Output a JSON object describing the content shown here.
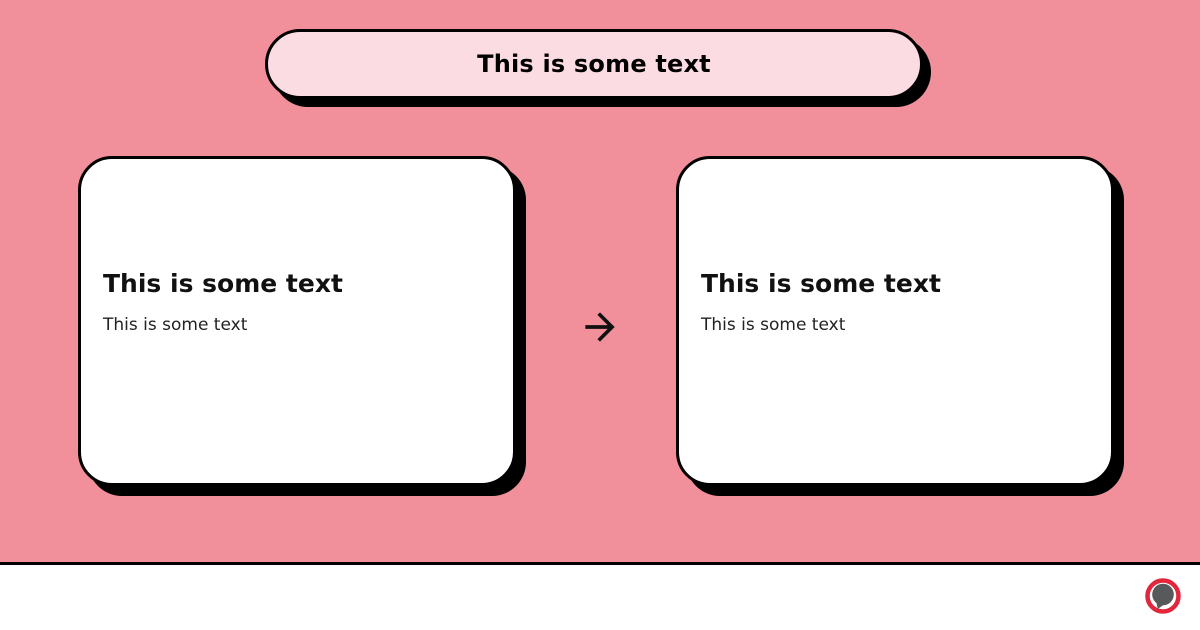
{
  "colors": {
    "background": "#F1909B",
    "pill_fill": "#FBDCE2",
    "card_fill": "#FFFFFF",
    "outline": "#000000",
    "title_text": "#111111",
    "subtitle_text": "#222222",
    "logo_ring": "#E2263B",
    "logo_bubble": "#58595B",
    "footer_background": "#FFFFFF"
  },
  "header": {
    "title": "This is some text"
  },
  "cards": [
    {
      "title": "This is some text",
      "subtitle": "This is some text"
    },
    {
      "title": "This is some text",
      "subtitle": "This is some text"
    }
  ],
  "icons": {
    "arrow": "right-arrow",
    "logo": "speech-bubble-in-ring"
  }
}
